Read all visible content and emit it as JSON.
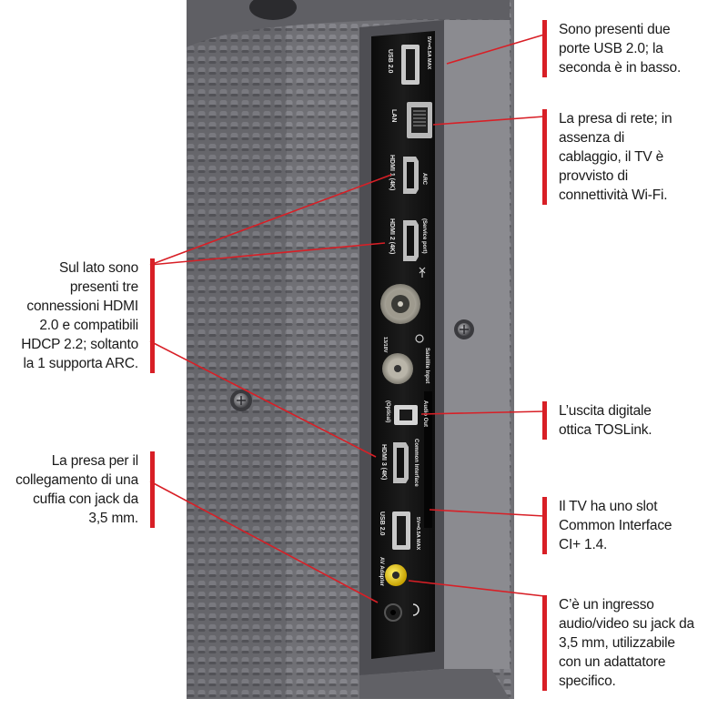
{
  "callouts": {
    "usb": {
      "lines": [
        "Sono presenti due",
        "porte USB 2.0; la",
        "seconda è in basso."
      ]
    },
    "lan": {
      "lines": [
        "La presa di rete; in",
        "assenza di",
        "cablaggio, il TV è",
        "provvisto di",
        "connettività Wi-Fi."
      ]
    },
    "hdmi": {
      "lines": [
        "Sul lato sono",
        "presenti tre",
        "connessioni HDMI",
        "2.0 e compatibili",
        "HDCP 2.2; soltanto",
        "la 1 supporta ARC."
      ]
    },
    "optical": {
      "lines": [
        "L’uscita digitale",
        "ottica TOSLink."
      ]
    },
    "headphone": {
      "lines": [
        "La presa per il",
        "collegamento di una",
        "cuffia con jack da",
        "3,5 mm."
      ]
    },
    "ci": {
      "lines": [
        "Il TV ha uno slot",
        "Common Interface",
        "CI+ 1.4."
      ]
    },
    "av": {
      "lines": [
        "C’è un ingresso",
        "audio/video su jack da",
        "3,5 mm, utilizzabile",
        "con un adattatore",
        "specifico."
      ]
    }
  },
  "panel_labels": {
    "usb1": "USB 2.0",
    "usb1_rating": "5V⎓0.5A MAX",
    "lan": "LAN",
    "hdmi1": "HDMI 1 (4K)",
    "hdmi1_arc": "ARC",
    "hdmi2": "HDMI 2 (4K)",
    "hdmi2_service": "(Service port)",
    "satellite": "Satellite Input",
    "satellite_voltage": "13/18V",
    "audio_out": "Audio Out",
    "optical": "(Optical)",
    "hdmi3": "HDMI 3 (4K)",
    "common_interface": "Common Interface",
    "usb2": "USB 2.0",
    "usb2_rating": "5V⎓0.5A MAX",
    "av_adapter": "AV Adapter"
  },
  "colors": {
    "accent": "#d81f26",
    "plastic": "#6f6f74",
    "panel": "#141414",
    "label_text": "#e6e6e6"
  }
}
